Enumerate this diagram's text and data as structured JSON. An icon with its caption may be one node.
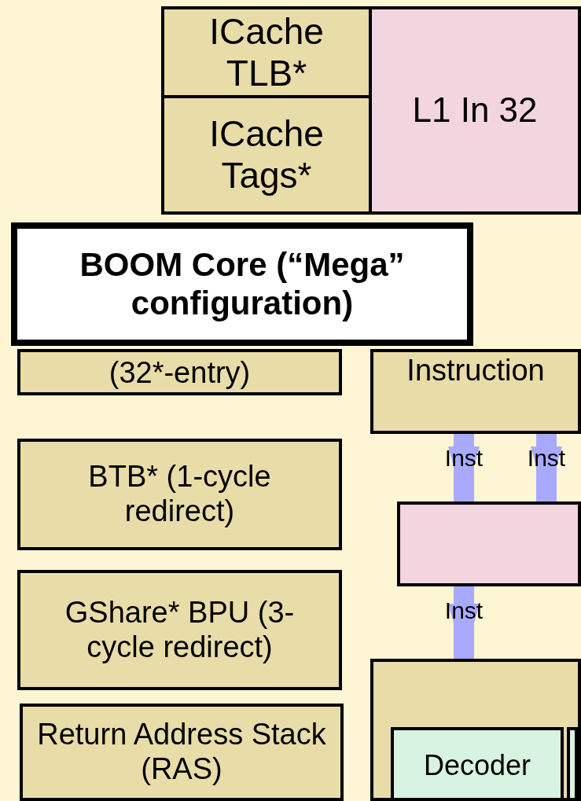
{
  "diagram": {
    "nodes": [
      {
        "text": [
          "ICache TLB*"
        ]
      },
      {
        "text": [
          "ICache Tags*"
        ]
      },
      {
        "text": [
          "L1 In 32"
        ]
      },
      {
        "text": [
          "BOOM Core (“Mega” configuration)"
        ]
      },
      {
        "text": [
          "(32*-entry)"
        ]
      },
      {
        "text": [
          "Instruction"
        ]
      },
      {
        "text": [
          "BTB* (1-cycle redirect)"
        ]
      },
      {
        "text": [],
        "shape": "box"
      },
      {
        "text": [
          "GShare* BPU (3-cycle redirect)"
        ]
      },
      {
        "text": [
          "Return Address Stack (RAS)"
        ]
      },
      {
        "text": [],
        "shape": "box"
      },
      {
        "text": [
          "Decoder"
        ],
        "in": 10
      },
      {
        "text": [],
        "shape": "box",
        "in": 10
      }
    ],
    "edges": [
      {
        "from": 5,
        "to": 7,
        "arrow": "to",
        "label": "Inst"
      },
      {
        "from": 5,
        "to": 7,
        "arrow": "to",
        "label": "Inst"
      },
      {
        "from": 7,
        "to": 10,
        "arrow": "to",
        "label": "Inst"
      }
    ]
  }
}
